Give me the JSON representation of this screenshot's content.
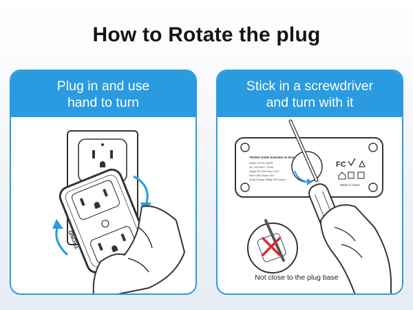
{
  "title": "How to Rotate the plug",
  "left_panel": {
    "heading_line1": "Plug in and use",
    "heading_line2": "hand to turn",
    "device_brand": "TROND"
  },
  "right_panel": {
    "heading_line1": "Stick in a screwdriver",
    "heading_line2": "and turn with it",
    "label_title": "TROND Outlet Extender w/ Rotating Plug",
    "label_lines": [
      "Model: TR-EX-402PD",
      "AC: 100-250V~ 2/15A",
      "Single PD 1000 Input: 20V/...",
      "Each USB Output: 5V/...",
      "Surge Energy Rating: 900 Joules"
    ],
    "made_in": "Made in China",
    "caption": "Not close to the plug base"
  },
  "colors": {
    "accent": "#2a9be0",
    "arrow": "#2a9be0",
    "warning": "#e0262b",
    "device": "#333333"
  }
}
